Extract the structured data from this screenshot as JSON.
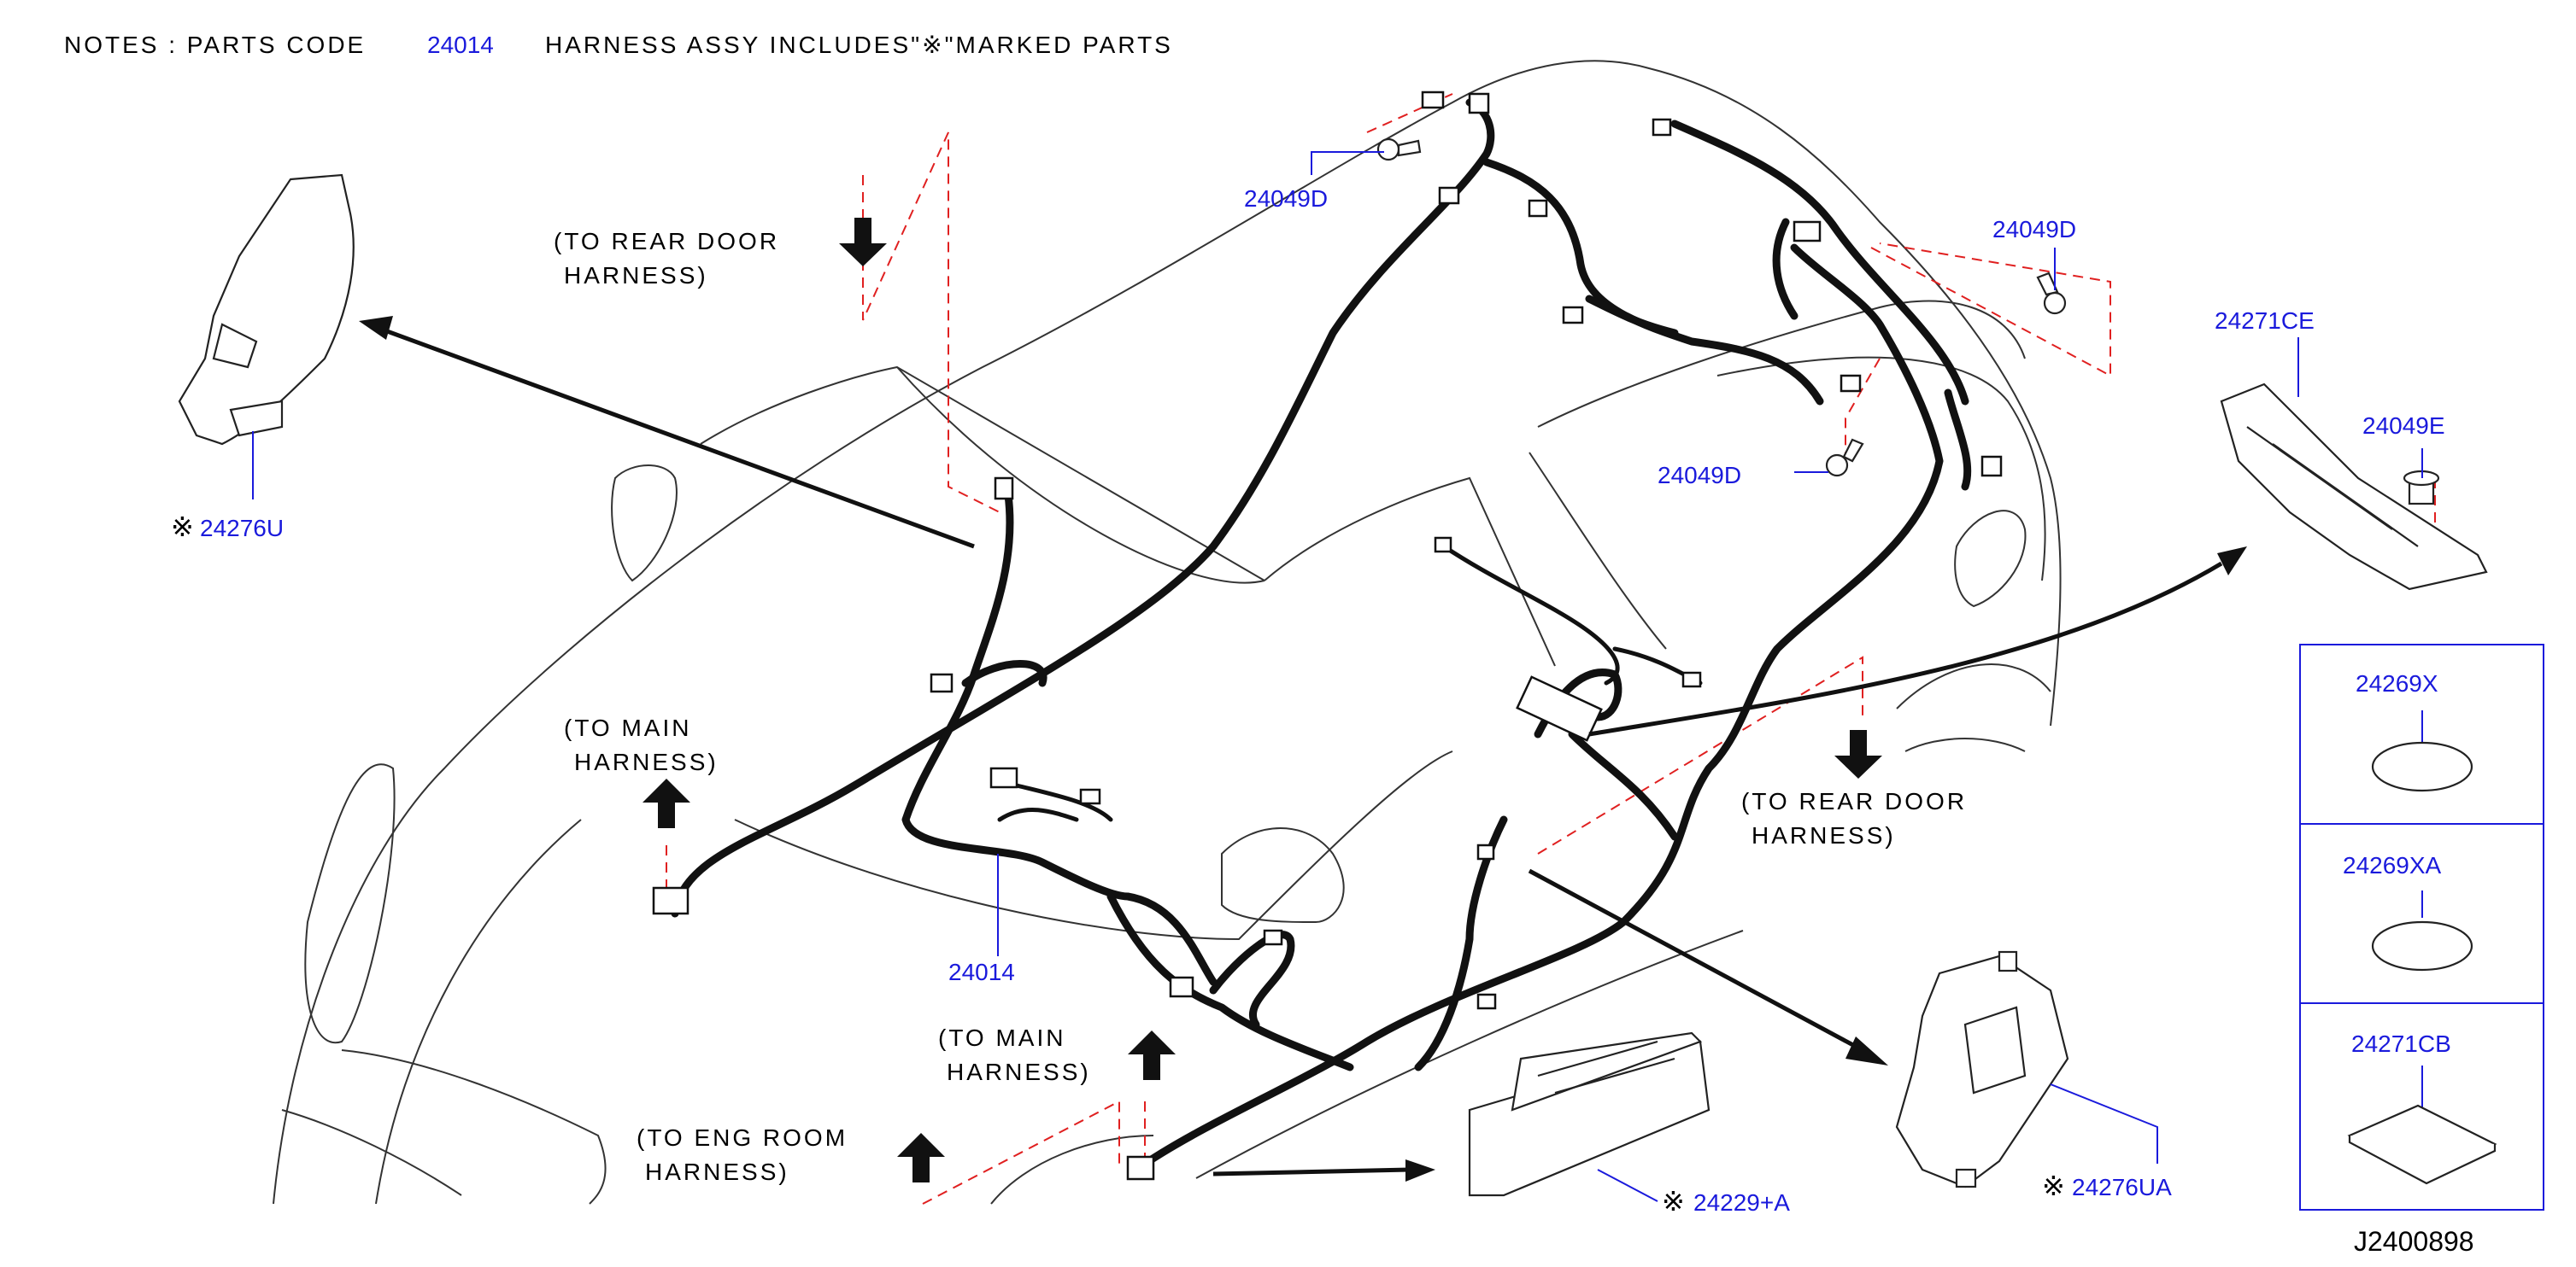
{
  "notes": {
    "prefix": "NOTES : PARTS CODE",
    "code": "24014",
    "suffix": "HARNESS ASSY INCLUDES\"※\"MARKED PARTS"
  },
  "callouts": {
    "to_rear_door_1_line1": "(TO REAR DOOR",
    "to_rear_door_1_line2": "HARNESS)",
    "to_main_1_line1": "(TO MAIN",
    "to_main_1_line2": "HARNESS)",
    "to_main_2_line1": "(TO MAIN",
    "to_main_2_line2": "HARNESS)",
    "to_eng_room_line1": "(TO ENG ROOM",
    "to_eng_room_line2": "HARNESS)",
    "to_rear_door_2_line1": "(TO REAR DOOR",
    "to_rear_door_2_line2": "HARNESS)"
  },
  "parts": {
    "p24276U": "24276U",
    "p24049D_a": "24049D",
    "p24049D_b": "24049D",
    "p24049D_c": "24049D",
    "p24271CE": "24271CE",
    "p24049E": "24049E",
    "p24014": "24014",
    "p24229A": "24229+A",
    "p24276UA": "24276UA",
    "p24269X": "24269X",
    "p24269XA": "24269XA",
    "p24271CB": "24271CB"
  },
  "marks": {
    "m1": "※",
    "m2": "※",
    "m3": "※"
  },
  "diagram_id": "J2400898",
  "colors": {
    "part_number": "#1a1adc",
    "dashed_guide": "#e02020",
    "harness": "#111111"
  }
}
